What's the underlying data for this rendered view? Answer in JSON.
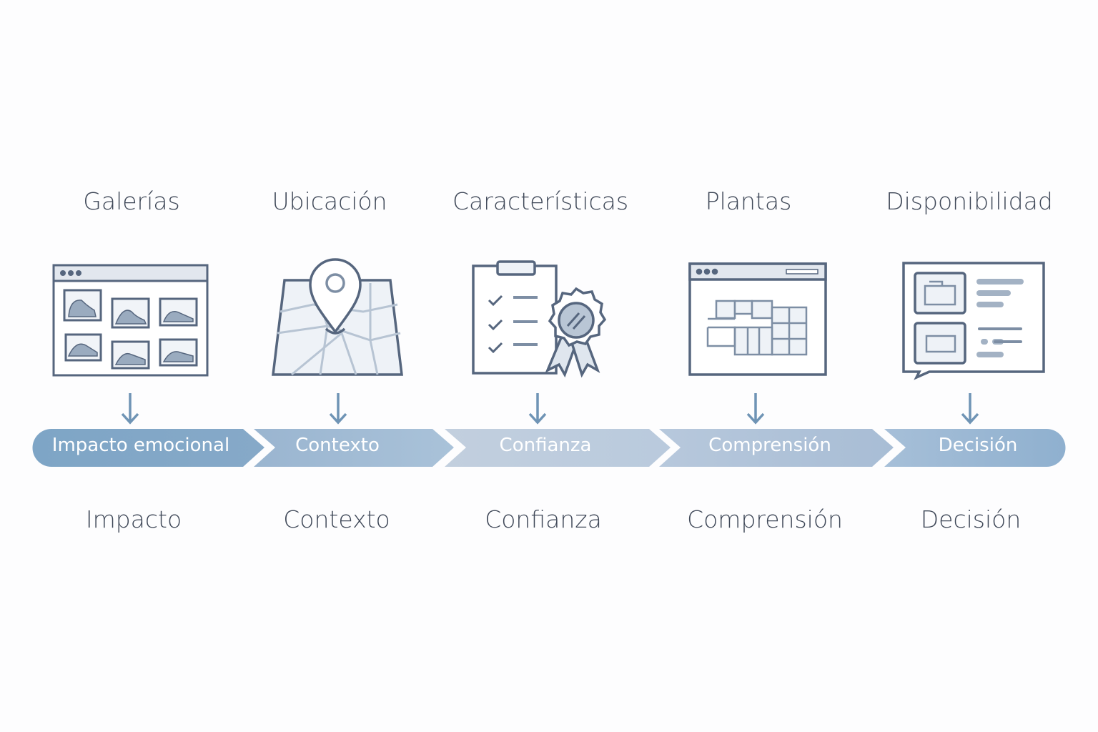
{
  "columns": [
    {
      "heading": "Galerías",
      "icon": "gallery-window-icon",
      "stage": "Impacto emocional",
      "outcome": "Impacto"
    },
    {
      "heading": "Ubicación",
      "icon": "map-pin-icon",
      "stage": "Contexto",
      "outcome": "Contexto"
    },
    {
      "heading": "Características",
      "icon": "checklist-badge-icon",
      "stage": "Confianza",
      "outcome": "Confianza"
    },
    {
      "heading": "Plantas",
      "icon": "floor-plan-window-icon",
      "stage": "Comprensión",
      "outcome": "Comprensión"
    },
    {
      "heading": "Disponibilidad",
      "icon": "availability-panel-icon",
      "stage": "Decisión",
      "outcome": "Decisión"
    }
  ],
  "colors": {
    "stroke": "#56667e",
    "text": "#3f4858",
    "bar_dark": "#7ea5c6",
    "bar_light": "#c6d3e2",
    "arrow": "#6f94b5"
  }
}
